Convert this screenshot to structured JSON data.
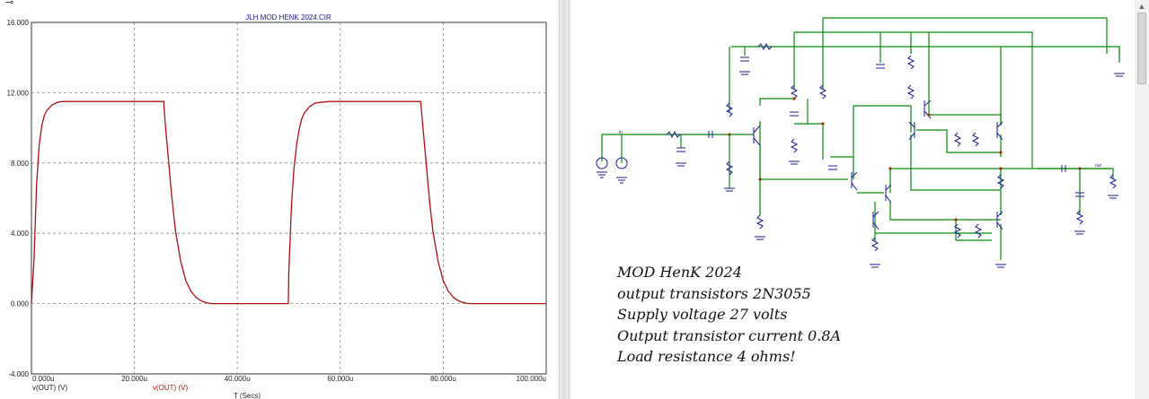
{
  "window": {
    "icon": "probe-icon",
    "colors": {
      "background": "#ffffff",
      "grid": "#8a8a8a",
      "trace": "#b01010",
      "wire": "#0b8a0b",
      "part": "#1a1a9a"
    }
  },
  "plot": {
    "title": "JLH MOD HENK 2024.CIR",
    "legend_black": "v(OUT) (V)",
    "legend_red": "v(OUT) (V)",
    "x_axis_label": "T (Secs)"
  },
  "chart_data": {
    "type": "line",
    "title": "JLH MOD HENK 2024.CIR",
    "xlabel": "T (Secs)",
    "ylabel": "",
    "xlim": [
      0,
      100
    ],
    "ylim": [
      -4,
      16
    ],
    "x_unit": "u",
    "x_ticks": [
      "0.000u",
      "20.000u",
      "40.000u",
      "60.000u",
      "80.000u",
      "100.000u"
    ],
    "y_ticks": [
      "-4.000",
      "0.000",
      "4.000",
      "8.000",
      "12.000",
      "16.000"
    ],
    "grid": true,
    "legend_placement": "bottom-left",
    "series": [
      {
        "name": "v(OUT) (V)",
        "color": "#b01010",
        "x": [
          0,
          0.5,
          1,
          1.5,
          2,
          2.5,
          3,
          4,
          5,
          6,
          8,
          10,
          15,
          20,
          25,
          25.7,
          26,
          26.5,
          27,
          27.5,
          28,
          29,
          30,
          31,
          32,
          33,
          34,
          35,
          40,
          45,
          49.9,
          50,
          50.5,
          51,
          51.5,
          52,
          52.5,
          53,
          54,
          55,
          56,
          58,
          60,
          65,
          70,
          75,
          75.6,
          76,
          76.5,
          77,
          77.5,
          78,
          79,
          80,
          81,
          82,
          83,
          84,
          85,
          90,
          95,
          100
        ],
        "y": [
          0,
          2.5,
          6.8,
          9.0,
          10.1,
          10.7,
          11.0,
          11.3,
          11.45,
          11.5,
          11.5,
          11.5,
          11.5,
          11.5,
          11.5,
          11.5,
          10.2,
          8.6,
          6.9,
          5.4,
          4.1,
          2.4,
          1.3,
          0.7,
          0.35,
          0.15,
          0.05,
          0,
          0,
          0,
          0,
          1.8,
          5.5,
          7.7,
          9.0,
          9.9,
          10.5,
          10.85,
          11.2,
          11.4,
          11.45,
          11.5,
          11.5,
          11.5,
          11.5,
          11.5,
          11.5,
          10.2,
          8.6,
          6.9,
          5.4,
          4.1,
          2.4,
          1.3,
          0.7,
          0.35,
          0.15,
          0.05,
          0,
          0,
          0,
          0
        ]
      }
    ]
  },
  "notes": {
    "line1": "MOD HenK 2024",
    "line2": "output transistors 2N3055",
    "line3": "Supply voltage 27 volts",
    "line4": "Output transistor current 0.8A",
    "line5": "Load resistance 4 ohms!"
  },
  "schematic": {
    "input_label": "in",
    "output_label": "out"
  }
}
